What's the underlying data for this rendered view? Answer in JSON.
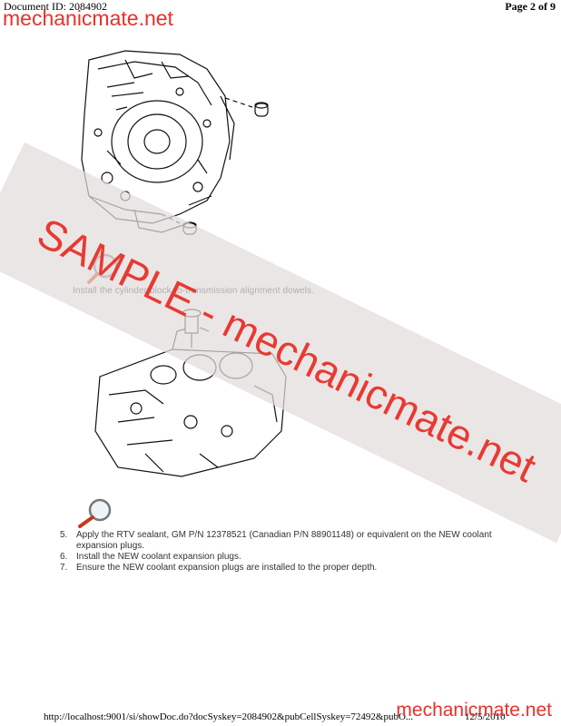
{
  "header": {
    "document_id": "Document ID: 2084902",
    "page": "Page 2 of 9"
  },
  "brand": {
    "top": "mechanicmate.net",
    "bottom": "mechanicmate.net",
    "color": "#e8312a"
  },
  "watermark": {
    "text": "SAMPLE - mechanicmate.net",
    "band_color": "#e3dcdc",
    "text_color": "#e8312a"
  },
  "steps": {
    "step4": "Install the cylinder block-to-transmission alignment dowels.",
    "items": [
      {
        "num": "5.",
        "text": "Apply the RTV sealant, GM P/N 12378521 (Canadian P/N 88901148) or equivalent on the NEW coolant expansion plugs."
      },
      {
        "num": "6.",
        "text": "Install the NEW coolant expansion plugs."
      },
      {
        "num": "7.",
        "text": "Ensure the NEW coolant expansion plugs are installed to the proper depth."
      }
    ]
  },
  "icons": {
    "magnifier_1": "magnifier-icon",
    "magnifier_2": "magnifier-icon"
  },
  "footer": {
    "url": "http://localhost:9001/si/showDoc.do?docSyskey=2084902&pubCellSyskey=72492&pubO...",
    "date": "12/5/2010"
  }
}
